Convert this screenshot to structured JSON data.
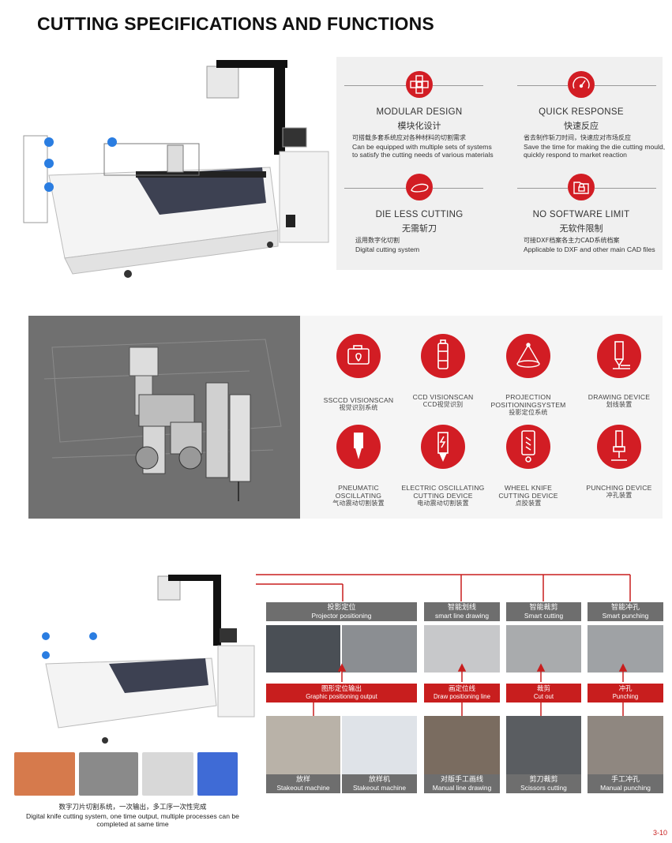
{
  "page": {
    "title": "CUTTING SPECIFICATIONS AND FUNCTIONS",
    "page_number": "3-10"
  },
  "features": [
    {
      "title": "MODULAR DESIGN",
      "title_cn": "模块化设计",
      "desc_cn": "可搭载多套系统应对各种材料的切割需求",
      "desc": "Can be equipped with multiple sets of systems to satisfy the cutting needs of various materials",
      "icon": "modules-icon"
    },
    {
      "title": "QUICK RESPONSE",
      "title_cn": "快速反应",
      "desc_cn": "省去制作斩刀时间，快速应对市场反应",
      "desc": "Save the time for making the die cutting mould, quickly respond to market reaction",
      "icon": "speedometer-icon"
    },
    {
      "title": "DIE LESS CUTTING",
      "title_cn": "无需斩刀",
      "desc_cn": "运用数字化切割",
      "desc": "Digital cutting system",
      "icon": "insole-icon"
    },
    {
      "title": "NO SOFTWARE LIMIT",
      "title_cn": "无软件限制",
      "desc_cn": "可接DXF档案各主力CAD系统档案",
      "desc": "Applicable to DXF and other main CAD files",
      "icon": "folder-lock-icon"
    }
  ],
  "devices": [
    {
      "name_line1": "SSCCD VISIONSCAN",
      "name_line2": "",
      "name_cn": "视觉识别系统",
      "icon": "camera-location-icon"
    },
    {
      "name_line1": "CCD VISIONSCAN",
      "name_line2": "",
      "name_cn": "CCD视觉识别",
      "icon": "ccd-camera-icon"
    },
    {
      "name_line1": "PROJECTION",
      "name_line2": "POSITIONINGSYSTEM",
      "name_cn": "投影定位系统",
      "icon": "projector-icon"
    },
    {
      "name_line1": "DRAWING DEVICE",
      "name_line2": "",
      "name_cn": "划线装置",
      "icon": "pen-device-icon"
    },
    {
      "name_line1": "PNEUMATIC",
      "name_line2": "OSCILLATING",
      "name_cn": "气动震动切割装置",
      "icon": "pneumatic-tool-icon"
    },
    {
      "name_line1": "ELECTRIC OSCILLATING",
      "name_line2": "CUTTING DEVICE",
      "name_cn": "电动震动切割装置",
      "icon": "electric-tool-icon"
    },
    {
      "name_line1": "WHEEL KNIFE",
      "name_line2": "CUTTING DEVICE",
      "name_cn": "点胶装置",
      "icon": "wheel-knife-icon"
    },
    {
      "name_line1": "PUNCHING DEVICE",
      "name_line2": "",
      "name_cn": "冲孔装置",
      "icon": "punch-tool-icon"
    }
  ],
  "workflow": {
    "top_headers": [
      {
        "cn": "投影定位",
        "en": "Projector positioning"
      },
      {
        "cn": "智能划线",
        "en": "smart line drawing"
      },
      {
        "cn": "智能裁剪",
        "en": "Smart cutting"
      },
      {
        "cn": "智能冲孔",
        "en": "Smart punching"
      }
    ],
    "middle_headers": [
      {
        "cn": "图形定位输出",
        "en": "Graphic positioning output"
      },
      {
        "cn": "画定位线",
        "en": "Draw positioning line"
      },
      {
        "cn": "裁剪",
        "en": "Cut out"
      },
      {
        "cn": "冲孔",
        "en": "Punching"
      }
    ],
    "bottom_labels": [
      {
        "cn": "放样",
        "en": "Stakeout machine"
      },
      {
        "cn": "放样机",
        "en": "Stakeout machine"
      },
      {
        "cn": "对版手工画线",
        "en": "Manual line drawing"
      },
      {
        "cn": "剪刀裁剪",
        "en": "Scissors cutting"
      },
      {
        "cn": "手工冲孔",
        "en": "Manual punching"
      }
    ]
  },
  "caption": {
    "cn": "数字刀片切割系统，一次输出，多工序一次性完成",
    "en_line1": "Digital knife cutting system, one time output, multiple processes can be",
    "en_line2": "completed at same time"
  }
}
